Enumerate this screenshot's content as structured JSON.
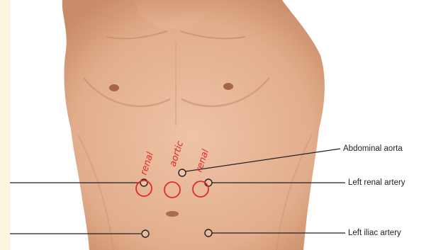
{
  "labels": {
    "abdominal_aorta": "Abdominal aorta",
    "left_renal_artery": "Left renal artery",
    "left_iliac_artery": "Left iliac artery"
  },
  "annotations": {
    "left": "renal",
    "center": "aortic",
    "right": "renal"
  },
  "colors": {
    "background": "#fdf6dc",
    "skin": "#e6b494",
    "annotation": "#e02a2a",
    "leader_line": "#222222"
  }
}
